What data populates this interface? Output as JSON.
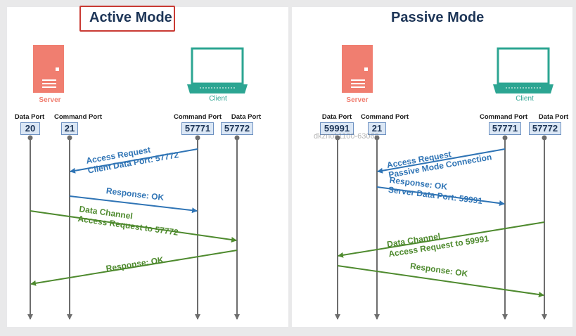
{
  "active": {
    "title": "Active Mode",
    "server_label": "Server",
    "client_label": "Client",
    "ports": [
      {
        "label": "Data Port",
        "value": "20"
      },
      {
        "label": "Command Port",
        "value": "21"
      },
      {
        "label": "Command Port",
        "value": "57771"
      },
      {
        "label": "Data Port",
        "value": "57772"
      }
    ],
    "messages": [
      {
        "line1": "Access Request",
        "line2": "Client Data Port: 57772",
        "color": "#2f74b5"
      },
      {
        "line1": "Response: OK",
        "line2": "",
        "color": "#2f74b5"
      },
      {
        "line1": "Data Channel",
        "line2": "Access Request to 57772",
        "color": "#4e8a2e"
      },
      {
        "line1": "Response: OK",
        "line2": "",
        "color": "#4e8a2e"
      }
    ]
  },
  "passive": {
    "title": "Passive Mode",
    "server_label": "Server",
    "client_label": "Client",
    "ports": [
      {
        "label": "Data Port",
        "value": "59991"
      },
      {
        "label": "Command Port",
        "value": "21"
      },
      {
        "label": "Command Port",
        "value": "57771"
      },
      {
        "label": "Data Port",
        "value": "57772"
      }
    ],
    "messages": [
      {
        "line1": "Access Request",
        "line2": "Passive Mode Connection",
        "color": "#2f74b5"
      },
      {
        "line1": "Response: OK",
        "line2": "Server Data Port: 59991",
        "color": "#2f74b5"
      },
      {
        "line1": "Data Channel",
        "line2": "Access Request to 59991",
        "color": "#4e8a2e"
      },
      {
        "line1": "Response: OK",
        "line2": "",
        "color": "#4e8a2e"
      }
    ]
  },
  "watermark": "dkznok1100-63060",
  "colors": {
    "server": "#f07e70",
    "client": "#2ca592",
    "lifeline": "#6d6d6d"
  }
}
